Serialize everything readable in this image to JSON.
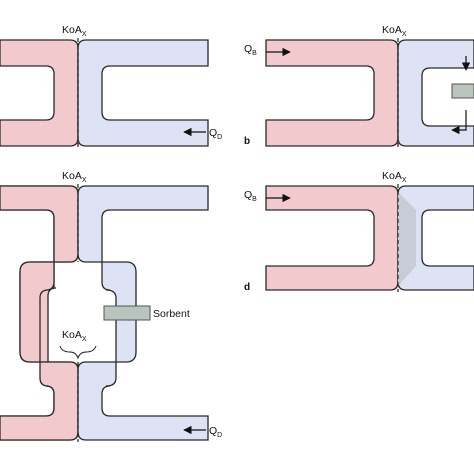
{
  "labels": {
    "koa_main": "KoA",
    "koa_sub": "X",
    "qb_main": "Q",
    "qb_sub": "B",
    "qd_main": "Q",
    "qd_sub": "D",
    "sorbent": "Sorbent"
  },
  "panels": {
    "b": "b",
    "d": "d"
  },
  "colors": {
    "blood_compartment": "#f2c9cc",
    "dialysate_compartment": "#dde3f4",
    "sorbent": "#b8c4bc",
    "outline": "#2a2a2a"
  }
}
